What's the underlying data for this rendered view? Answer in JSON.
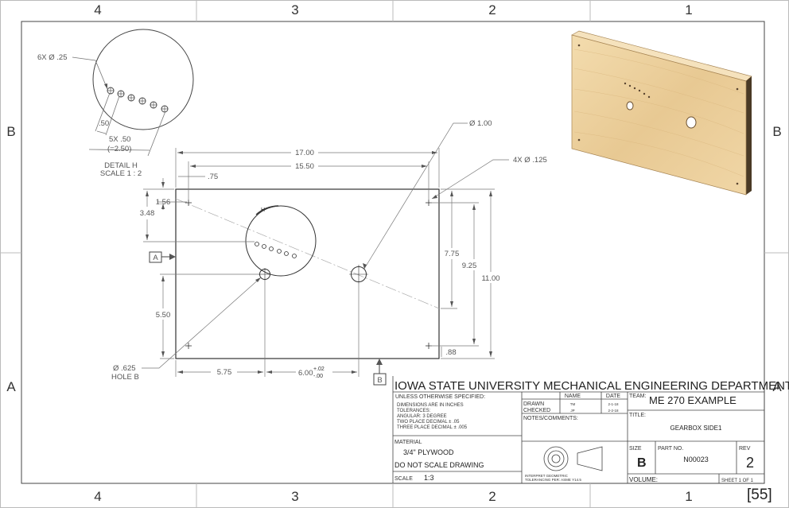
{
  "zones": {
    "top": [
      "4",
      "3",
      "2",
      "1"
    ],
    "bottom": [
      "4",
      "3",
      "2",
      "1"
    ],
    "left": [
      "B",
      "A"
    ],
    "right": [
      "B",
      "A"
    ]
  },
  "detail": {
    "hole_callout": "6X Ø .25",
    "pitch_callout": "5X .50",
    "total_callout": "(=2.50)",
    "pitch_first": ".50",
    "title": "DETAIL H",
    "scale": "SCALE 1 : 2"
  },
  "view": {
    "dim_width": "17.00",
    "dim_inner_width": "15.50",
    "dim_edge": ".75",
    "dim_top_offset": "1.56",
    "dim_left_height": "3.48",
    "dim_lower_left": "5.50",
    "dim_right_775": "7.75",
    "dim_right_925": "9.25",
    "dim_height": "11.00",
    "dim_bottom_right": ".88",
    "dim_bottom_left": "5.75",
    "dim_bottom_center": "6.00",
    "tol_plus": "+.02",
    "tol_minus": "-.00",
    "callout_large_hole": "Ø 1.00",
    "callout_small_holes": "4X Ø .125",
    "callout_hole_b_dia": "Ø .625",
    "callout_hole_b": "HOLE B",
    "detail_letter": "H",
    "datum_a": "A",
    "datum_b": "B"
  },
  "title_block": {
    "university": "IOWA STATE UNIVERSITY MECHANICAL ENGINEERING DEPARTMENT",
    "unless_specified": "UNLESS OTHERWISE SPECIFIED:",
    "dimensions_in": "DIMENSIONS ARE IN INCHES",
    "tolerances": "TOLERANCES:",
    "angular": "ANGULAR: 3 DEGREE",
    "two_place": "TWO PLACE DECIMAL   ± .05",
    "three_place": "THREE PLACE DECIMAL  ± .005",
    "material_label": "MATERIAL",
    "material_value": "3/4\" PLYWOOD",
    "do_not_scale": "DO NOT SCALE DRAWING",
    "scale_label": "SCALE",
    "scale_value": "1:3",
    "name_header": "NAME",
    "date_header": "DATE",
    "drawn_label": "DRAWN",
    "drawn_name": "TM",
    "drawn_date": "2-1-18",
    "checked_label": "CHECKED",
    "checked_name": "JP",
    "checked_date": "2-2-18",
    "notes_label": "NOTES/COMMENTS:",
    "gdt_note_1": "INTERPRET GEOMETRIC",
    "gdt_note_2": "TOLERANCING PER: ASME Y14.5",
    "team_label": "TEAM:",
    "team_value": "ME 270 EXAMPLE",
    "title_label": "TITLE:",
    "title_value": "GEARBOX SIDE1",
    "size_label": "SIZE",
    "size_value": "B",
    "part_label": "PART NO.",
    "part_value": "N00023",
    "rev_label": "REV",
    "rev_value": "2",
    "volume_label": "VOLUME:",
    "sheet_value": "SHEET 1 OF 1"
  },
  "page_marker": "[55]",
  "colors": {
    "line": "#3a3a3a",
    "dimension": "#6a6a6a",
    "wood_light": "#f1d6a4",
    "wood_mid": "#e4c38c",
    "wood_edge": "#b08850",
    "wood_dark": "#4b3a25"
  }
}
